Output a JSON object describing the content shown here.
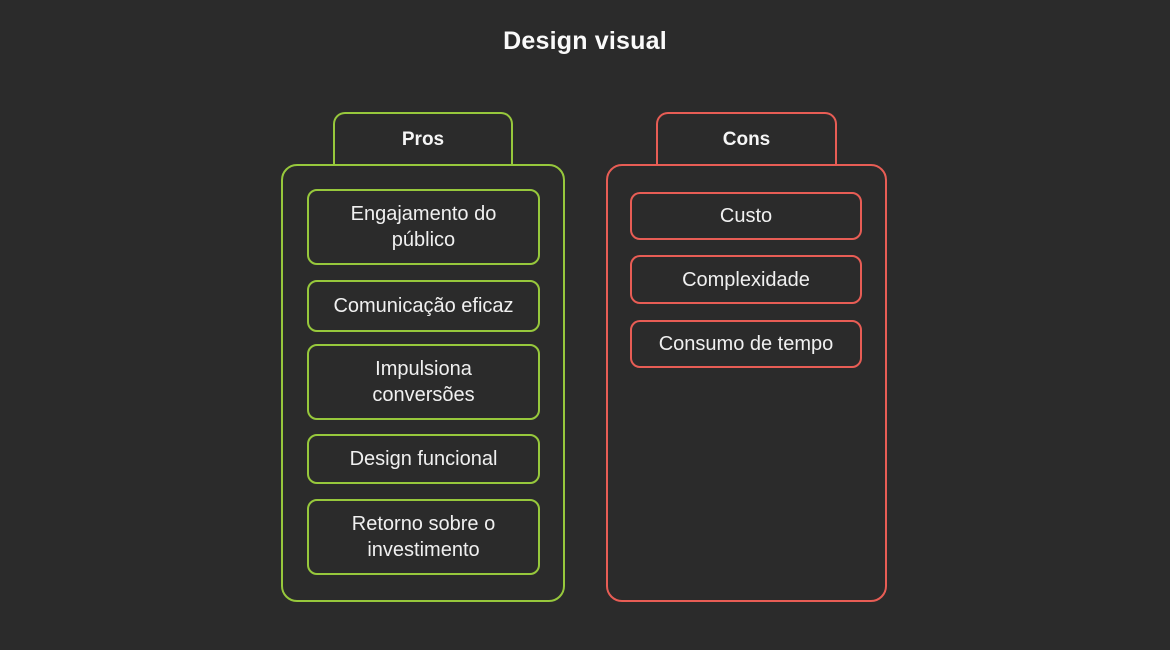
{
  "title": "Design visual",
  "colors": {
    "background": "#2b2b2b",
    "pros_accent": "#97c83c",
    "cons_accent": "#e85d55",
    "text": "#f0f0f0"
  },
  "pros": {
    "label": "Pros",
    "items": [
      "Engajamento do público",
      "Comunicação eficaz",
      "Impulsiona conversões",
      "Design funcional",
      "Retorno sobre o investimento"
    ]
  },
  "cons": {
    "label": "Cons",
    "items": [
      "Custo",
      "Complexidade",
      "Consumo de tempo"
    ]
  }
}
